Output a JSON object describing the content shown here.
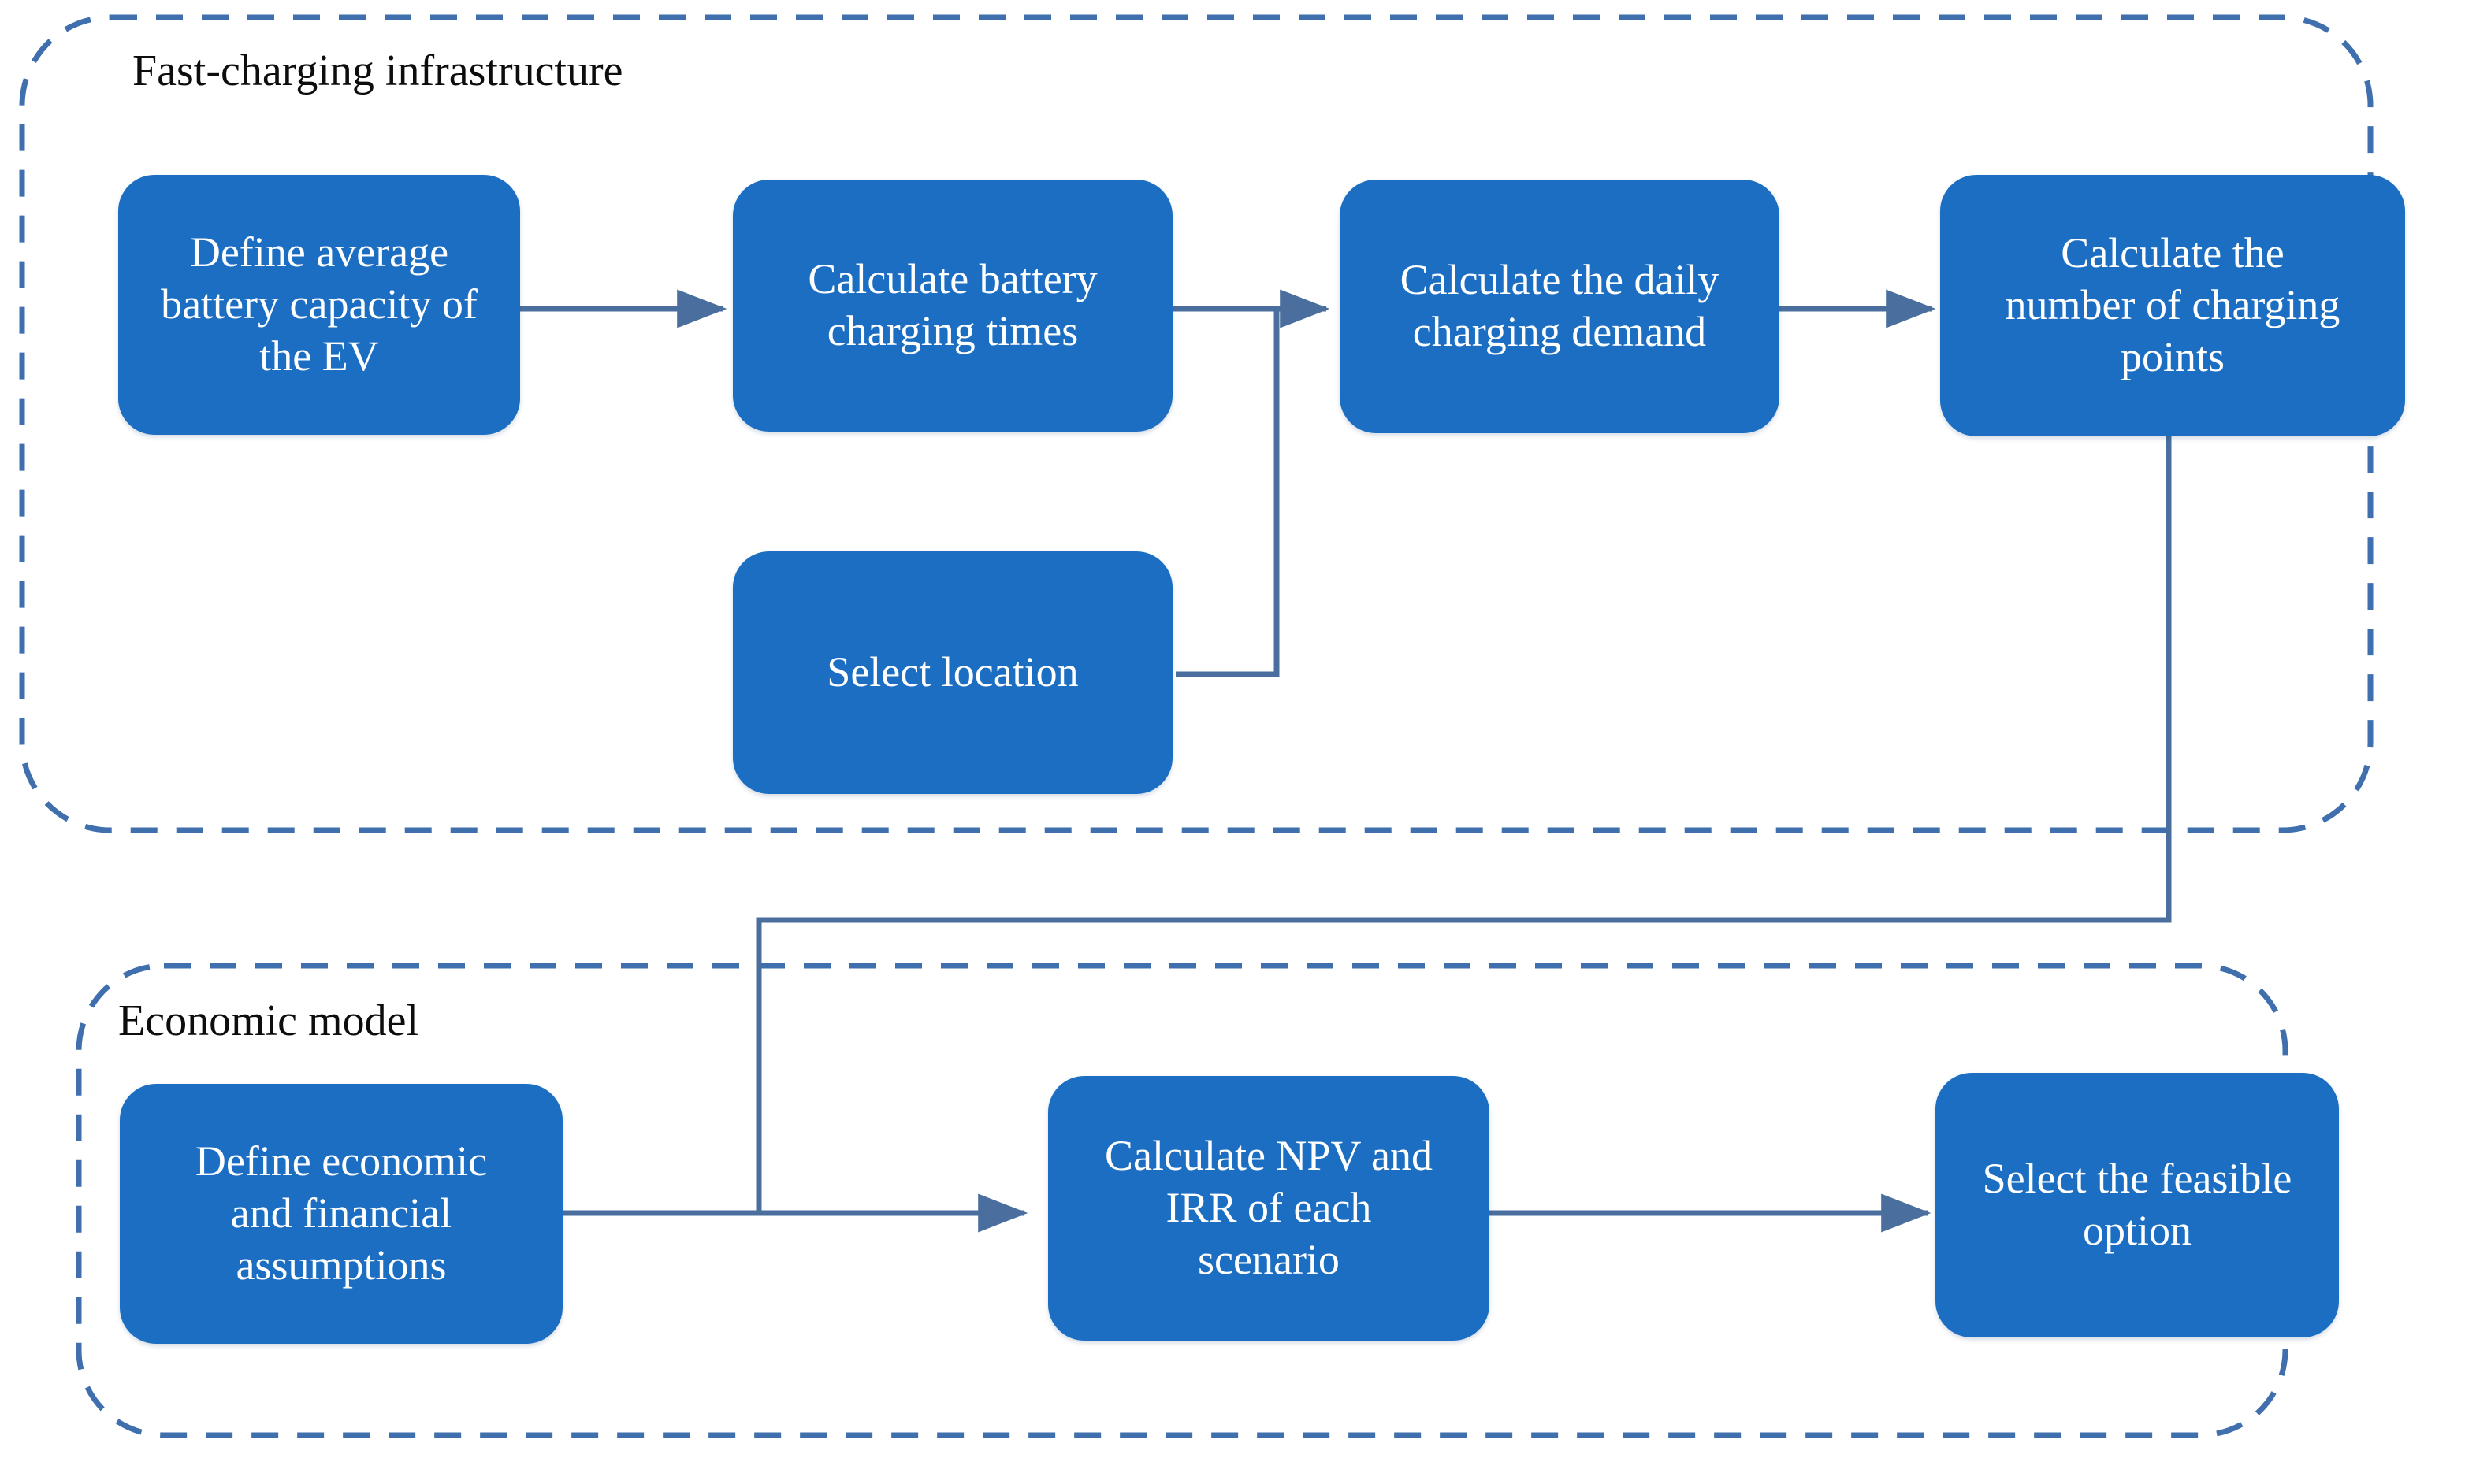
{
  "diagram": {
    "title_present": false,
    "colors": {
      "node_fill": "#1B6EC2",
      "node_text": "#FFFFFF",
      "connector": "#4A6F9E",
      "dashed_border": "#3F6FAD",
      "group_label_text": "#0D0D0D",
      "background": "#FFFFFF"
    },
    "groups": [
      {
        "id": "fast-charging",
        "label": "Fast-charging infrastructure"
      },
      {
        "id": "economic-model",
        "label": "Economic model"
      }
    ],
    "nodes": [
      {
        "id": "define-battery-capacity",
        "group": "fast-charging",
        "lines": [
          "Define average",
          "battery capacity of",
          "the EV"
        ]
      },
      {
        "id": "calculate-charging-times",
        "group": "fast-charging",
        "lines": [
          "Calculate battery",
          "charging times"
        ]
      },
      {
        "id": "select-location",
        "group": "fast-charging",
        "lines": [
          "Select location"
        ]
      },
      {
        "id": "calculate-daily-demand",
        "group": "fast-charging",
        "lines": [
          "Calculate the daily",
          "charging demand"
        ]
      },
      {
        "id": "calculate-charging-points",
        "group": "fast-charging",
        "lines": [
          "Calculate the",
          "number of charging",
          "points"
        ]
      },
      {
        "id": "define-economic-assumptions",
        "group": "economic-model",
        "lines": [
          "Define economic",
          "and financial",
          "assumptions"
        ]
      },
      {
        "id": "calculate-npv-irr",
        "group": "economic-model",
        "lines": [
          "Calculate NPV and",
          "IRR of each",
          "scenario"
        ]
      },
      {
        "id": "select-feasible-option",
        "group": "economic-model",
        "lines": [
          "Select the feasible",
          "option"
        ]
      }
    ],
    "edges": [
      {
        "from": "define-battery-capacity",
        "to": "calculate-charging-times",
        "arrow": true
      },
      {
        "from": "calculate-charging-times",
        "to": "calculate-daily-demand",
        "arrow": true
      },
      {
        "from": "select-location",
        "to": "calculate-daily-demand",
        "arrow": true
      },
      {
        "from": "calculate-daily-demand",
        "to": "calculate-charging-points",
        "arrow": true
      },
      {
        "from": "calculate-charging-points",
        "to": "calculate-npv-irr",
        "arrow": true
      },
      {
        "from": "define-economic-assumptions",
        "to": "calculate-npv-irr",
        "arrow": true
      },
      {
        "from": "calculate-npv-irr",
        "to": "select-feasible-option",
        "arrow": true
      }
    ]
  }
}
